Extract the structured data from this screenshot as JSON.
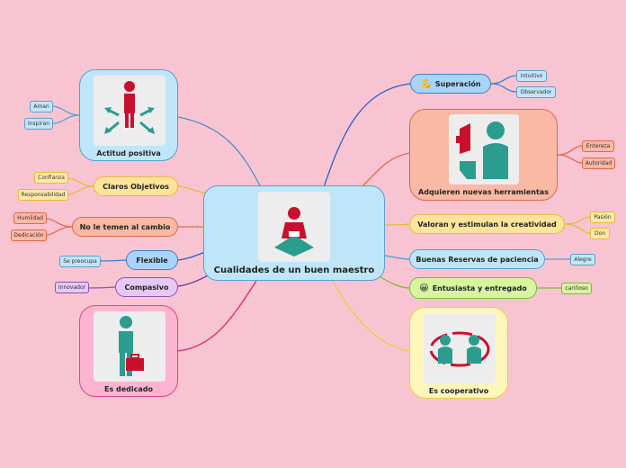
{
  "central": {
    "title": "Cualidades de un buen maestro"
  },
  "cards": {
    "actitud": {
      "label": "Actitud positiva"
    },
    "herramientas": {
      "label": "Adquieren nuevas herramientas"
    },
    "dedicado": {
      "label": "Es dedicado"
    },
    "cooperativo": {
      "label": "Es cooperativo"
    }
  },
  "topics": {
    "superacion": {
      "label": "Superación",
      "icon": "flexed-biceps-icon"
    },
    "claros": {
      "label": "Claros Objetivos"
    },
    "cambio": {
      "label": "No le temen al cambio"
    },
    "flexible": {
      "label": "Flexible"
    },
    "compasivo": {
      "label": "Compasivo"
    },
    "creatividad": {
      "label": "Valoran y estimulan la creatividad"
    },
    "paciencia": {
      "label": "Buenas Reservas de paciencia"
    },
    "entusiasta": {
      "label": "Entusiasta y entregado",
      "icon": "smiling-face-icon"
    }
  },
  "leaves": {
    "aman": "Aman",
    "inspiran": "Inspiran",
    "confianza": "Confianza",
    "responsabilidad": "Responsabilidad",
    "humildad": "Humildad",
    "dedicacion": "Dedicación",
    "preocupa": "Se preocupa",
    "innovador": "Innovador",
    "intuitivo": "Intuitivo",
    "observador": "Observador",
    "entereza": "Entereza",
    "autoridad": "Autoridad",
    "pasion": "Pasión",
    "don": "Don",
    "alegre": "Alegre",
    "carinoso": "cariñoso"
  },
  "colors": {
    "background": "#f8c4d2",
    "icon_red": "#c8102e",
    "icon_teal": "#2a9d8f"
  }
}
